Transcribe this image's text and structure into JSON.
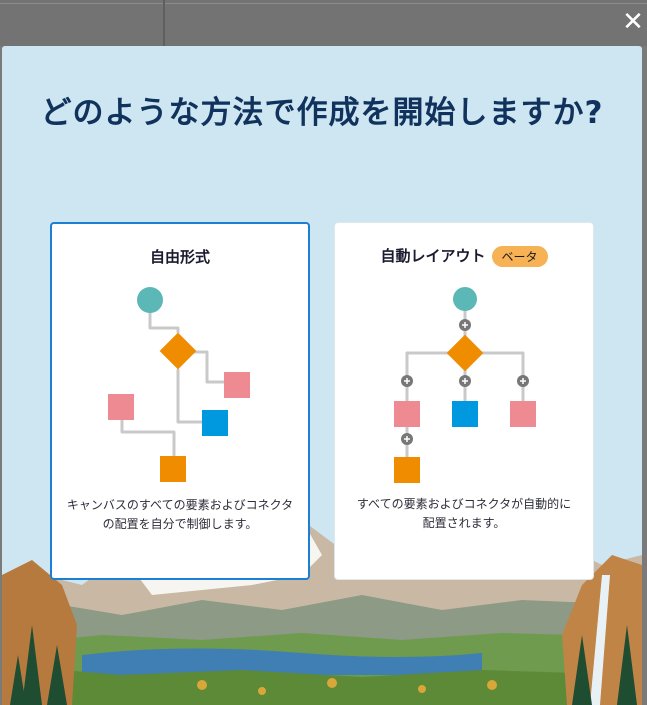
{
  "dialog": {
    "title": "どのような方法で作成を開始しますか?",
    "close_label": "✕"
  },
  "options": [
    {
      "title": "自由形式",
      "description": "キャンバスのすべての要素およびコネクタの配置を自分で制御します。",
      "selected": true
    },
    {
      "title": "自動レイアウト",
      "badge": "ベータ",
      "description": "すべての要素およびコネクタが自動的に配置されます。",
      "selected": false
    }
  ],
  "colors": {
    "start_node": "#5bb8b6",
    "decision_node": "#f08c00",
    "pink_node": "#ee8b92",
    "blue_node": "#0099e0",
    "orange_node": "#f08c00",
    "connector": "#c9c9c9",
    "selected_border": "#1b7fd4",
    "badge": "#f6b255",
    "title_color": "#10325c"
  },
  "icons": [
    "close-icon",
    "add-connector-icon"
  ]
}
